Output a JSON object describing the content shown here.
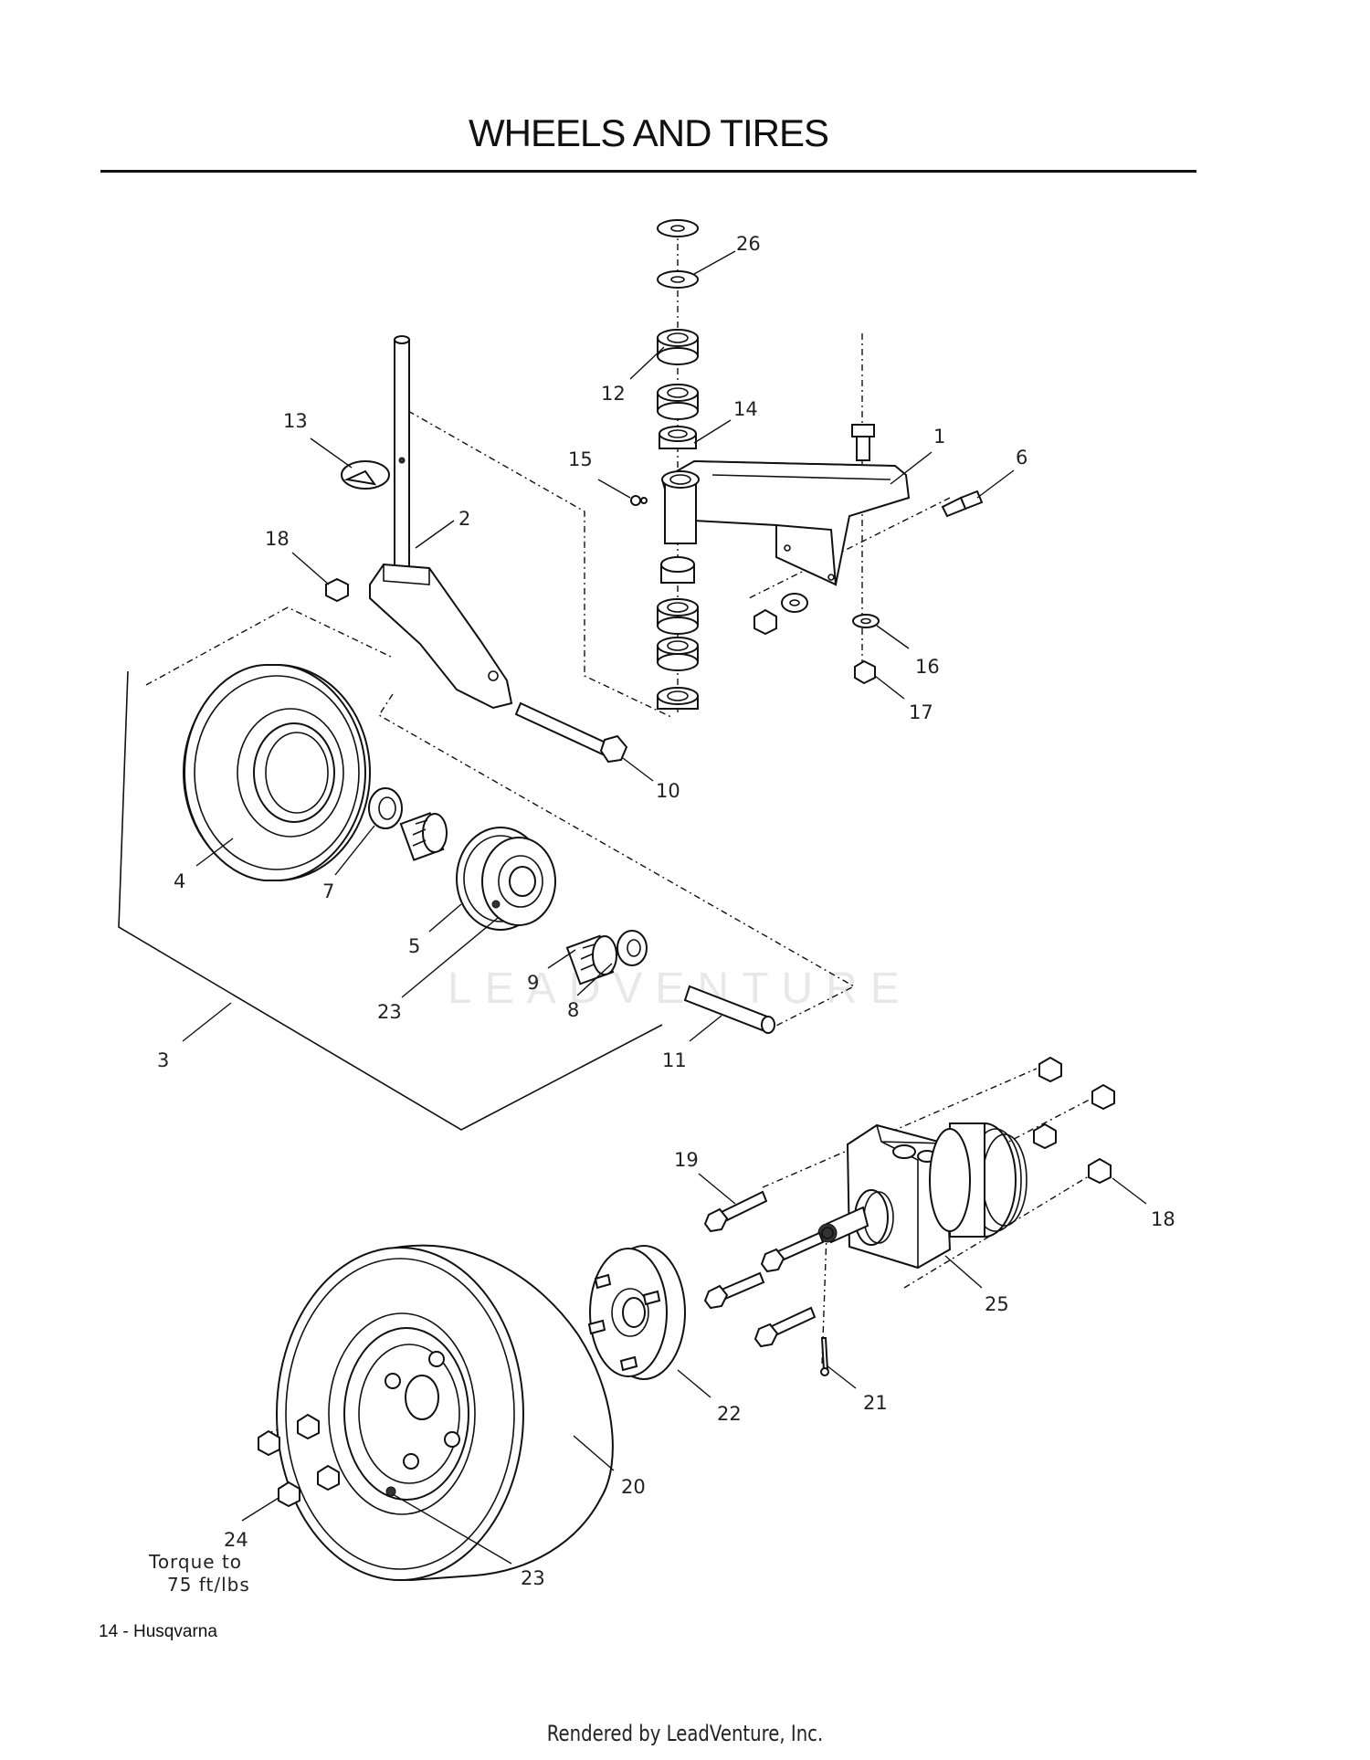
{
  "header": {
    "title": "WHEELS AND TIRES"
  },
  "callouts": [
    "26",
    "12",
    "14",
    "1",
    "6",
    "15",
    "13",
    "2",
    "18",
    "16",
    "17",
    "10",
    "4",
    "7",
    "5",
    "9",
    "23",
    "8",
    "3",
    "11",
    "19",
    "18",
    "25",
    "21",
    "22",
    "20",
    "24",
    "23"
  ],
  "torque_note": {
    "line1": "Torque to",
    "line2": "75 ft/lbs"
  },
  "footer": {
    "page_label": "14 - Husqvarna",
    "rendered_by": "Rendered by LeadVenture, Inc."
  },
  "watermark": {
    "text": "LEADVENTURE"
  }
}
